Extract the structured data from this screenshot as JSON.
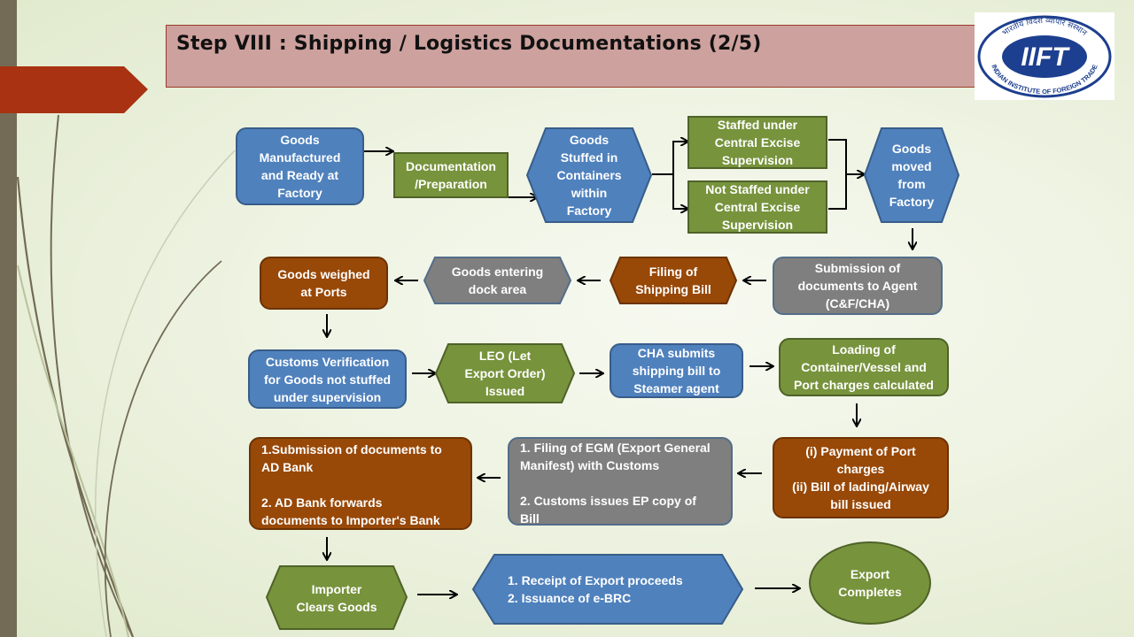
{
  "slide": {
    "title": "Step VIII : Shipping / Logistics Documentations (2/5)"
  },
  "logo": {
    "top_text": "भारतीय विदेश व्यापार संस्थान",
    "center_text": "IIFT",
    "bottom_text": "INDIAN INSTITUTE OF FOREIGN TRADE"
  },
  "colors": {
    "blue": "#4f81bd",
    "green": "#77933c",
    "brown": "#984807",
    "gray": "#7f7f7f",
    "title_bg": "#cda19e",
    "accent_red": "#a83212",
    "sidebar": "#736b55"
  },
  "flow": {
    "goods_manufactured": "Goods\nManufactured\nand Ready at\nFactory",
    "documentation": "Documentation\n/Preparation",
    "goods_stuffed": "Goods\nStuffed in\nContainers\nwithin\nFactory",
    "staffed": "Staffed under\nCentral Excise\nSupervision",
    "not_staffed": "Not Staffed under\nCentral Excise\nSupervision",
    "goods_moved": "Goods\nmoved\nfrom\nFactory",
    "submission_agent": "Submission of\ndocuments to Agent\n(C&F/CHA)",
    "filing_shipping_bill": "Filing of\nShipping Bill",
    "goods_entering_dock": "Goods  entering\ndock area",
    "goods_weighed": "Goods weighed\nat Ports",
    "customs_verification": "Customs  Verification\nfor Goods not stuffed\nunder supervision",
    "leo": "LEO (Let\nExport Order)\nIssued",
    "cha_submits": "CHA submits\nshipping bill to\nSteamer agent",
    "loading_container": "Loading of\nContainer/Vessel and\nPort charges calculated",
    "payment_port": "(i) Payment of Port\ncharges\n(ii) Bill of lading/Airway\nbill issued",
    "filing_egm": "1. Filing of EGM (Export General\nManifest) with Customs\n\n2. Customs issues EP copy  of\nBill",
    "submission_ad_bank": "1.Submission of documents to\nAD Bank\n\n2. AD Bank forwards\ndocuments to Importer's Bank",
    "importer_clears": "Importer\nClears Goods",
    "receipt_export": "1. Receipt of Export proceeds\n2. Issuance of e-BRC",
    "export_completes": "Export\nCompletes"
  }
}
